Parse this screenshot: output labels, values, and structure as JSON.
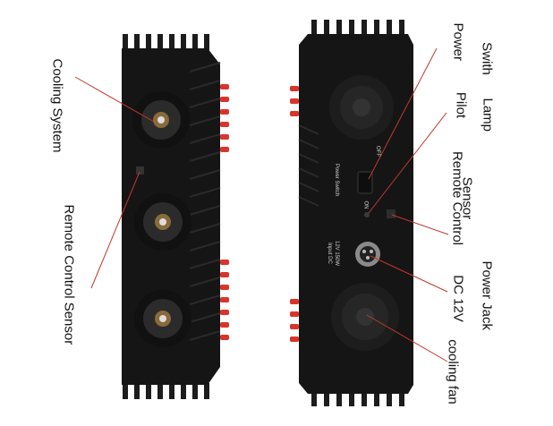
{
  "labels": {
    "cooling_system": "Cooling System",
    "remote_control_sensor_left": "Remote Control Sensor",
    "power_switch_line1": "Power",
    "power_switch_line2": "Swith",
    "pilot_lamp_line1": "Pilot",
    "pilot_lamp_line2": "Lamp",
    "remote_sensor_right_line1": "Remote Control",
    "remote_sensor_right_line2": "Sensor",
    "dc12v_line1": "DC 12V",
    "dc12v_line2": "Power Jack",
    "cooling_fan": "cooling fan"
  },
  "panel_print": {
    "power_switch": "Power Switch",
    "off": "OFF",
    "on": "ON",
    "input_line1": "Input DC",
    "input_line2": "12V 150W"
  },
  "colors": {
    "body": "#151515",
    "fin": "#1c1c1c",
    "antenna": "#d9342b",
    "leader_line": "#c0392b",
    "text": "#111111"
  }
}
